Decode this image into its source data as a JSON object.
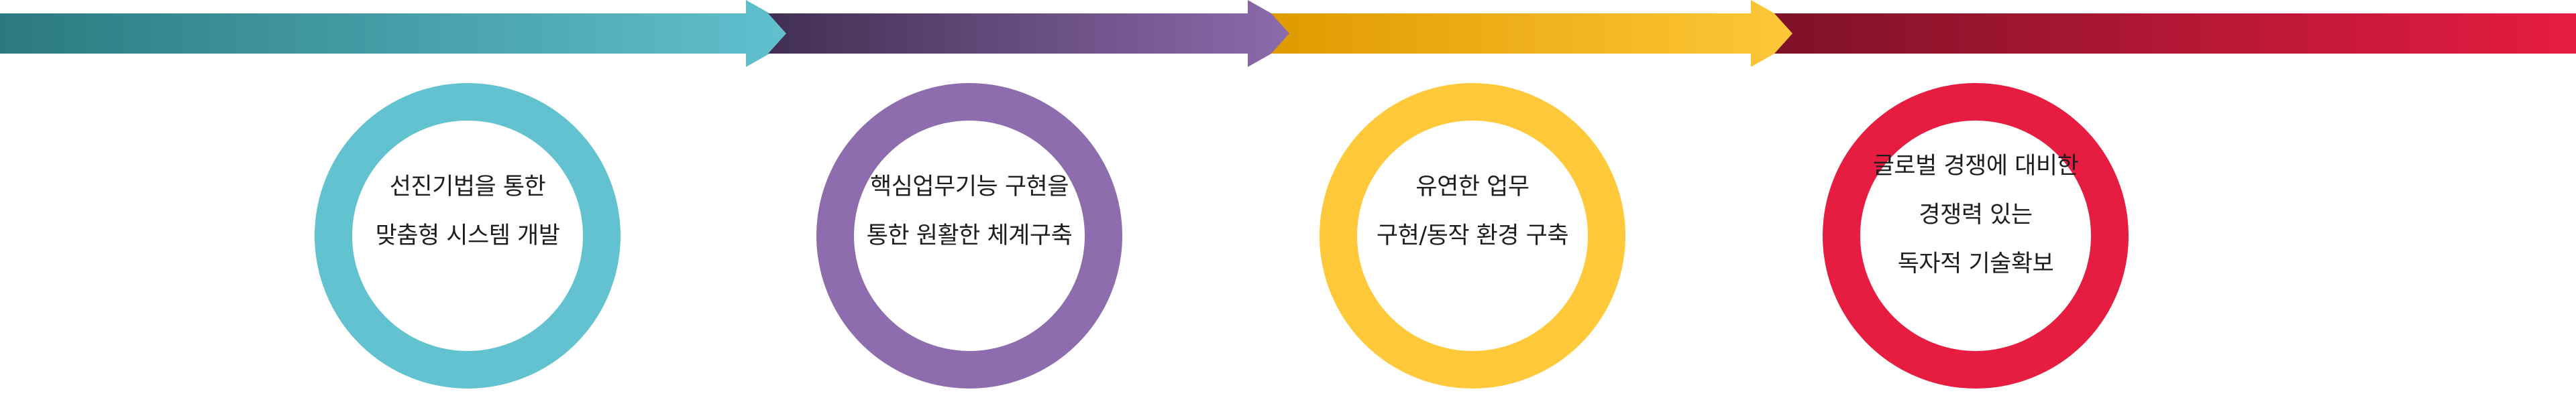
{
  "diagram": {
    "steps": [
      {
        "lines": [
          "선진기법을 통한",
          "맞춤형 시스템 개발"
        ],
        "ring_color": "#62C2D0",
        "band_dark": "#2B7A80",
        "band_light": "#62C2D0"
      },
      {
        "lines": [
          "핵심업무기능 구현을",
          "통한 원활한 체계구축"
        ],
        "ring_color": "#8E6DAF",
        "band_dark": "#422F53",
        "band_light": "#8E6DAF"
      },
      {
        "lines": [
          "유연한 업무",
          "구현/동작 환경 구축"
        ],
        "ring_color": "#FFC93A",
        "band_dark": "#E09A00",
        "band_light": "#FFC93A"
      },
      {
        "lines": [
          "글로벌 경쟁에 대비한",
          "경쟁력 있는",
          "독자적 기술확보"
        ],
        "ring_color": "#E61C41",
        "band_dark": "#7E1227",
        "band_light": "#E61C41"
      }
    ]
  }
}
